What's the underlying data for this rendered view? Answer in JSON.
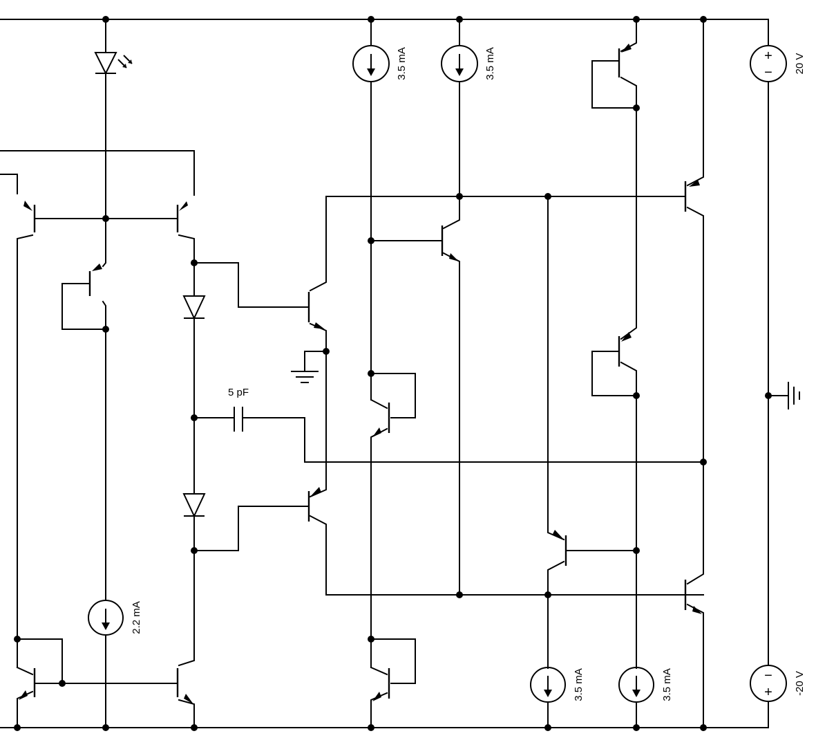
{
  "components": {
    "cap": {
      "value": "5 pF"
    },
    "sources": [
      {
        "id": "top-left",
        "value": "3.5 mA"
      },
      {
        "id": "top-right",
        "value": "3.5 mA"
      },
      {
        "id": "bias",
        "value": "2.2 mA"
      },
      {
        "id": "bottom-left",
        "value": "3.5 mA"
      },
      {
        "id": "bottom-right",
        "value": "3.5 mA"
      }
    ],
    "supplies": [
      {
        "id": "positive",
        "value": "20 V",
        "top_sign": "+",
        "bottom_sign": "−"
      },
      {
        "id": "negative",
        "value": "-20 V",
        "top_sign": "−",
        "bottom_sign": "+"
      }
    ]
  }
}
